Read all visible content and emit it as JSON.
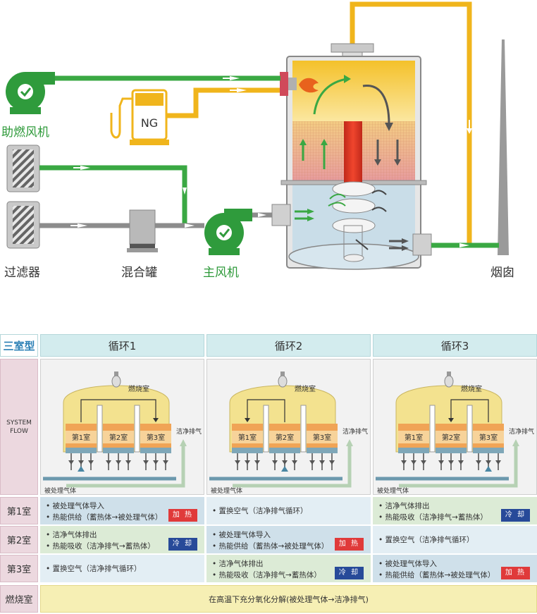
{
  "top_diagram": {
    "labels": {
      "combustion_fan": "助燃风机",
      "ng": "NG",
      "filter": "过滤器",
      "mixing_tank": "混合罐",
      "main_fan": "主风机",
      "chimney": "烟囱"
    }
  },
  "table": {
    "title": "三室型",
    "cycles": [
      "循环1",
      "循环2",
      "循环3"
    ],
    "system_flow_label": [
      "SYSTEM",
      "FLOW"
    ],
    "flow_labels": {
      "combustion_chamber": "燃烧室",
      "chamber1": "第1室",
      "chamber2": "第2室",
      "chamber3": "第3室",
      "clean_exhaust": "洁净排气",
      "treated_gas": "被处理气体"
    },
    "row_labels": [
      "第1室",
      "第2室",
      "第3室",
      "燃烧室"
    ],
    "rows": [
      [
        {
          "lines": [
            "• 被处理气体导入",
            "• 热能供给（蓄热体→被处理气体）"
          ],
          "badge": "加 热",
          "badge_type": "heat",
          "bg": "blue"
        },
        {
          "lines": [
            "• 置换空气（洁净排气循环）"
          ],
          "badge": "",
          "badge_type": "",
          "bg": "lblue"
        },
        {
          "lines": [
            "• 洁净气体排出",
            "• 热能吸收（洁净排气→蓄热体）"
          ],
          "badge": "冷 却",
          "badge_type": "cool",
          "bg": "green"
        }
      ],
      [
        {
          "lines": [
            "• 洁净气体排出",
            "• 热能吸收（洁净排气→蓄热体）"
          ],
          "badge": "冷 却",
          "badge_type": "cool",
          "bg": "green"
        },
        {
          "lines": [
            "• 被处理气体导入",
            "• 热能供给（蓄热体→被处理气体）"
          ],
          "badge": "加 热",
          "badge_type": "heat",
          "bg": "blue"
        },
        {
          "lines": [
            "• 置换空气（洁净排气循环）"
          ],
          "badge": "",
          "badge_type": "",
          "bg": "lblue"
        }
      ],
      [
        {
          "lines": [
            "• 置换空气（洁净排气循环）"
          ],
          "badge": "",
          "badge_type": "",
          "bg": "lblue"
        },
        {
          "lines": [
            "• 洁净气体排出",
            "• 热能吸收（洁净排气→蓄热体）"
          ],
          "badge": "冷 却",
          "badge_type": "cool",
          "bg": "green"
        },
        {
          "lines": [
            "• 被处理气体导入",
            "• 热能供给（蓄热体→被处理气体）"
          ],
          "badge": "加 热",
          "badge_type": "heat",
          "bg": "blue"
        }
      ]
    ],
    "combustion_text": "在高温下充分氧化分解(被处理气体→洁净排气)"
  },
  "colors": {
    "green_pipe": "#3aa843",
    "yellow_pipe": "#f0b51c",
    "gray_pipe": "#8c8c8c",
    "heat_badge": "#e03a3a",
    "cool_badge": "#274a99"
  }
}
